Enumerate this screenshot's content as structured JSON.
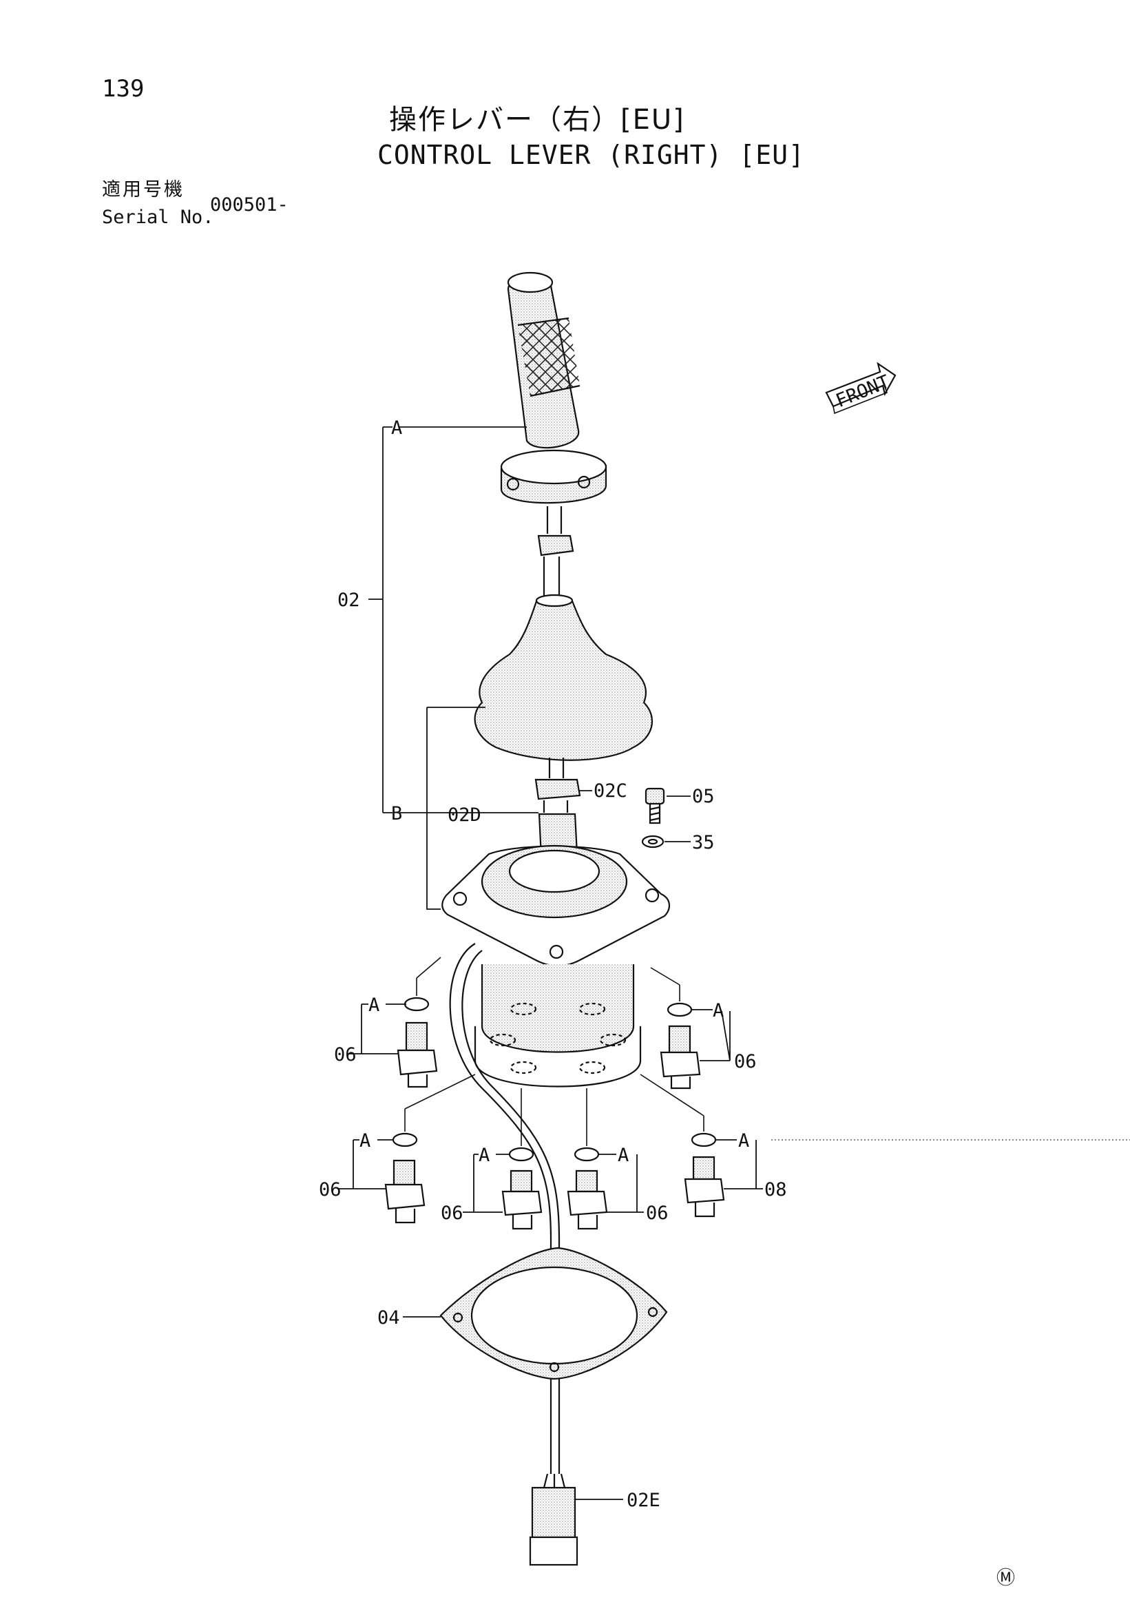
{
  "header": {
    "page_number": "139",
    "title_jp": "操作レバー（右）[EU]",
    "title_en": "CONTROL LEVER (RIGHT) [EU]"
  },
  "serial": {
    "label_jp": "適用号機",
    "label_en": "Serial No.",
    "value": "000501-"
  },
  "front_badge": "FRONT",
  "mark": "Ⓜ",
  "callouts": {
    "A": "A",
    "B": "B",
    "p02": "02",
    "p02C": "02C",
    "p02D": "02D",
    "p02E": "02E",
    "p04": "04",
    "p05": "05",
    "p06": "06",
    "p08": "08",
    "p35": "35"
  }
}
